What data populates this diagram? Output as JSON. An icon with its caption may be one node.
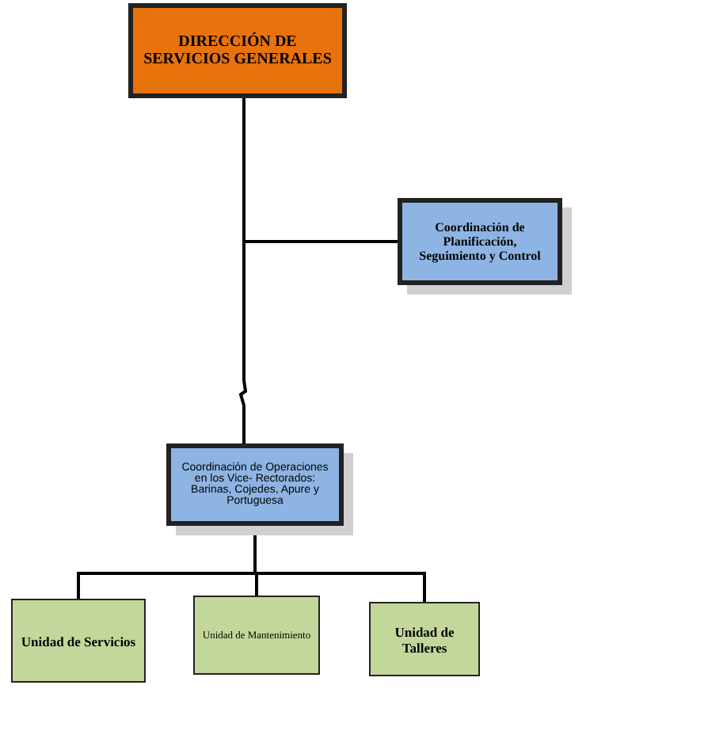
{
  "diagram": {
    "nodes": [
      {
        "text": [
          "DIRECCIÓN DE SERVICIOS GENERALES"
        ]
      },
      {
        "text": [
          "Coordinación de Planificación, Seguimiento y Control"
        ]
      },
      {
        "text": [
          "Coordinación de Operaciones en los Vice- Rectorados: Barinas, Cojedes, Apure y Portuguesa"
        ]
      },
      {
        "text": [
          "Unidad de Servicios"
        ]
      },
      {
        "text": [
          "Unidad de Mantenimiento"
        ]
      },
      {
        "text": [
          "Unidad de Talleres"
        ]
      }
    ],
    "edges": [
      {
        "from": 0,
        "to": 1,
        "arrow": "none"
      },
      {
        "from": 0,
        "to": 2,
        "arrow": "none"
      },
      {
        "from": 2,
        "to": 3,
        "arrow": "none"
      },
      {
        "from": 2,
        "to": 4,
        "arrow": "none"
      },
      {
        "from": 2,
        "to": 5,
        "arrow": "none"
      }
    ]
  }
}
